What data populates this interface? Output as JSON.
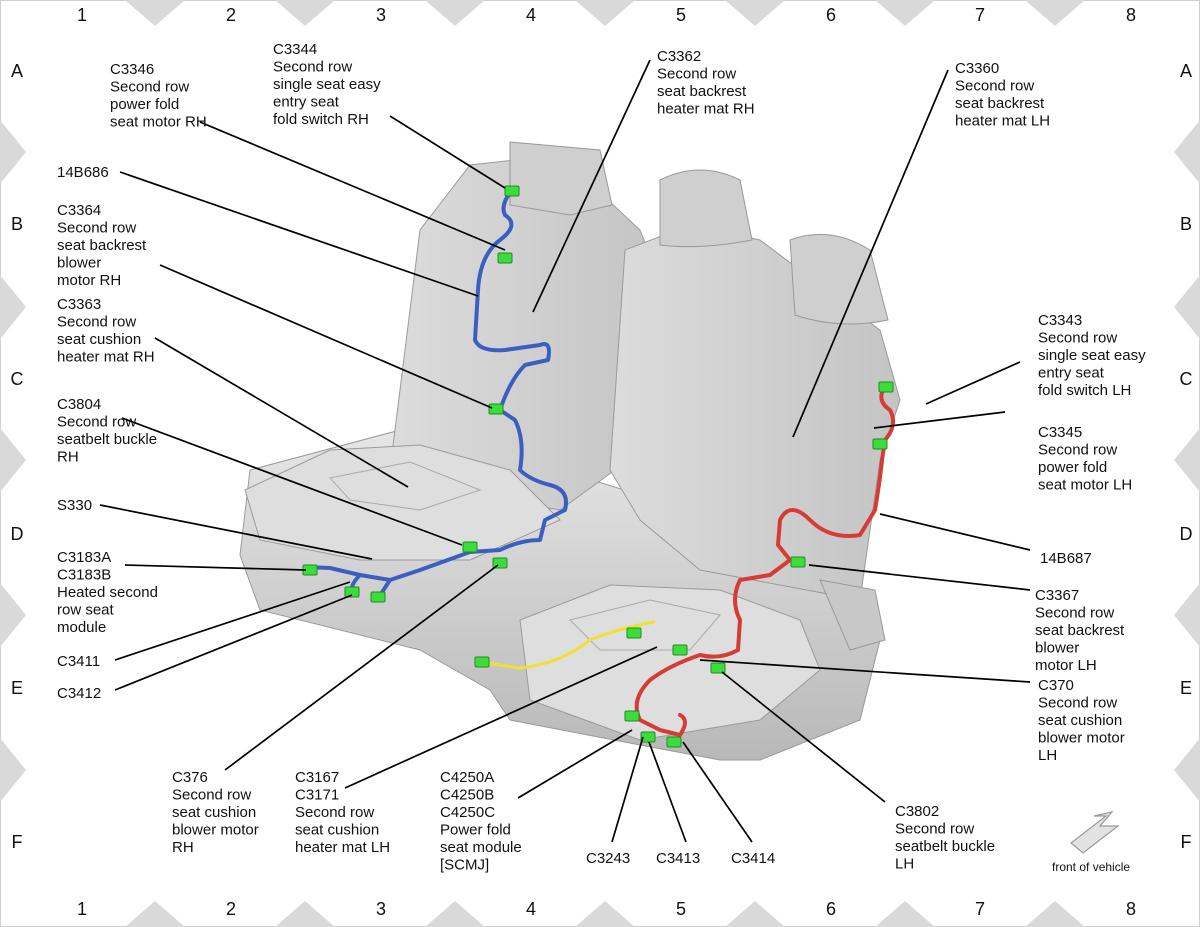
{
  "grid": {
    "columns": [
      "1",
      "2",
      "3",
      "4",
      "5",
      "6",
      "7",
      "8"
    ],
    "rows": [
      "A",
      "B",
      "C",
      "D",
      "E",
      "F"
    ]
  },
  "labels": {
    "c3346": [
      "C3346",
      "Second row",
      "power fold",
      "seat motor RH"
    ],
    "c3344": [
      "C3344",
      "Second row",
      "single seat easy",
      "entry seat",
      "fold switch RH"
    ],
    "c3362": [
      "C3362",
      "Second row",
      "seat backrest",
      "heater mat RH"
    ],
    "c3360": [
      "C3360",
      "Second row",
      "seat backrest",
      "heater mat LH"
    ],
    "n14b686": [
      "14B686"
    ],
    "c3364": [
      "C3364",
      "Second row",
      "seat backrest",
      "blower",
      "motor RH"
    ],
    "c3363": [
      "C3363",
      "Second row",
      "seat cushion",
      "heater mat RH"
    ],
    "c3804": [
      "C3804",
      "Second row",
      "seatbelt buckle",
      "RH"
    ],
    "s330": [
      "S330"
    ],
    "c3183": [
      "C3183A",
      "C3183B",
      "Heated second",
      "row seat",
      "module"
    ],
    "c3411": [
      "C3411"
    ],
    "c3412": [
      "C3412"
    ],
    "c376": [
      "C376",
      "Second row",
      "seat cushion",
      "blower motor",
      "RH"
    ],
    "c3167": [
      "C3167",
      "C3171",
      "Second row",
      "seat cushion",
      "heater mat LH"
    ],
    "c4250": [
      "C4250A",
      "C4250B",
      "C4250C",
      "Power fold",
      "seat module",
      "[SCMJ]"
    ],
    "c3243": [
      "C3243"
    ],
    "c3413": [
      "C3413"
    ],
    "c3414": [
      "C3414"
    ],
    "c3802": [
      "C3802",
      "Second row",
      "seatbelt buckle",
      "LH"
    ],
    "c3343": [
      "C3343",
      "Second row",
      "single seat easy",
      "entry seat",
      "fold switch LH"
    ],
    "c3345": [
      "C3345",
      "Second row",
      "power fold",
      "seat motor LH"
    ],
    "n14b687": [
      "14B687"
    ],
    "c3367": [
      "C3367",
      "Second row",
      "seat backrest",
      "blower",
      "motor LH"
    ],
    "c370": [
      "C370",
      "Second row",
      "seat cushion",
      "blower motor",
      "LH"
    ]
  },
  "front_of_vehicle": "front of vehicle",
  "colors": {
    "harness_rh": "#3a5fc0",
    "harness_lh": "#d63b35",
    "harness_cushion": "#f0e030",
    "connector": "#3ddc3d",
    "seat": "#d2d2d2",
    "grid_marker": "#d9d9d9"
  }
}
